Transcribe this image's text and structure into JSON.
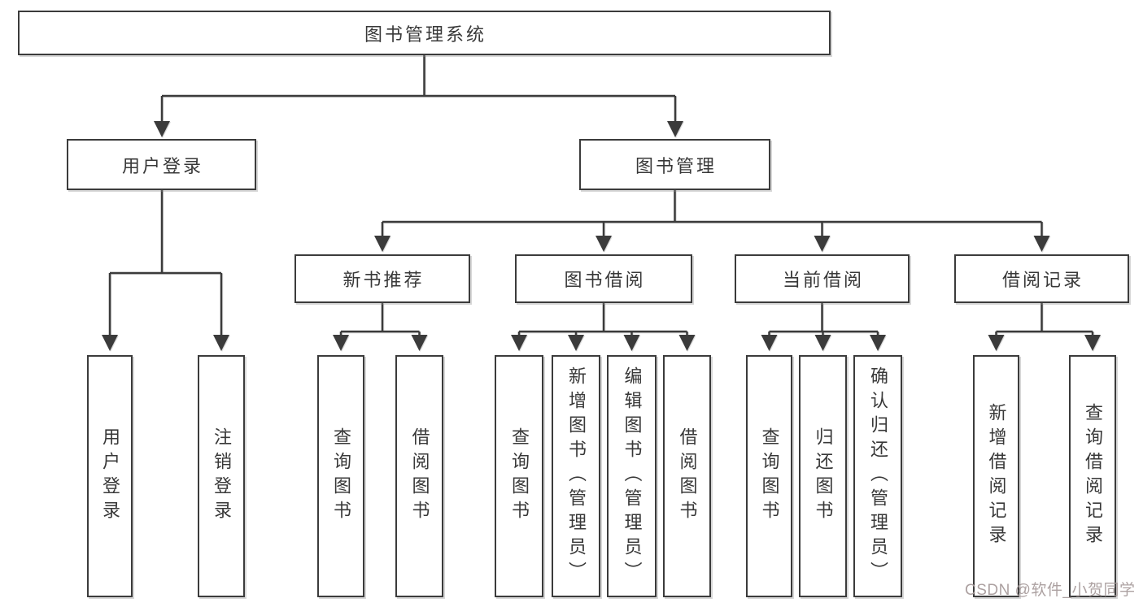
{
  "diagram_title": "图书管理系统",
  "colors": {
    "line": "#3b3b3b",
    "text": "#383838",
    "watermark": "#a89c9c",
    "background": "#ffffff"
  },
  "tree": {
    "root": {
      "label": "图书管理系统"
    },
    "branches": [
      {
        "label": "用户登录",
        "children": [
          {
            "label": "用户登录"
          },
          {
            "label": "注销登录"
          }
        ]
      },
      {
        "label": "图书管理",
        "children": [
          {
            "label": "新书推荐",
            "children": [
              {
                "label": "查询图书"
              },
              {
                "label": "借阅图书"
              }
            ]
          },
          {
            "label": "图书借阅",
            "children": [
              {
                "label": "查询图书"
              },
              {
                "label": "新增图书（管理员）"
              },
              {
                "label": "编辑图书（管理员）"
              },
              {
                "label": "借阅图书"
              }
            ]
          },
          {
            "label": "当前借阅",
            "children": [
              {
                "label": "查询图书"
              },
              {
                "label": "归还图书"
              },
              {
                "label": "确认归还（管理员）"
              }
            ]
          },
          {
            "label": "借阅记录",
            "children": [
              {
                "label": "新增借阅记录"
              },
              {
                "label": "查询借阅记录"
              }
            ]
          }
        ]
      }
    ]
  },
  "watermark": {
    "text": "CSDN @软件_小贺同学"
  }
}
